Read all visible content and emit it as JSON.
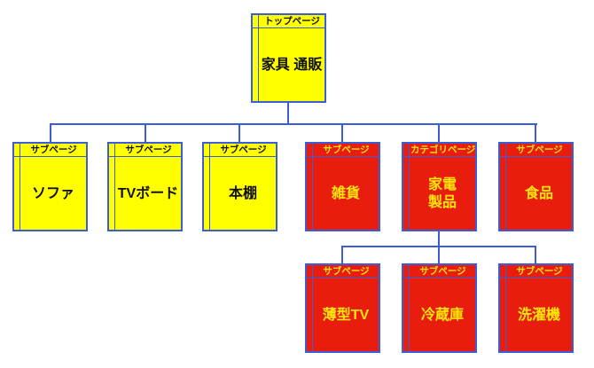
{
  "diagram": {
    "type": "sitemap-tree",
    "background": "#ffffff",
    "line_color": "#3b5ed6",
    "node_colors": {
      "yellow": "#ffff00",
      "red": "#e81d0d"
    },
    "text_colors": {
      "on_yellow": "#111111",
      "on_red": "#ffe60a"
    }
  },
  "nodes": [
    {
      "badge": "トップページ",
      "label": "家具 通販",
      "color": "yellow"
    },
    {
      "badge": "サブページ",
      "label": "ソファ",
      "color": "yellow"
    },
    {
      "badge": "サブページ",
      "label": "TVボード",
      "color": "yellow"
    },
    {
      "badge": "サブページ",
      "label": "本棚",
      "color": "yellow"
    },
    {
      "badge": "サブページ",
      "label": "雑貨",
      "color": "red"
    },
    {
      "badge": "カテゴリページ",
      "label": "家電\n製品",
      "color": "red"
    },
    {
      "badge": "サブページ",
      "label": "食品",
      "color": "red"
    },
    {
      "badge": "サブページ",
      "label": "薄型TV",
      "color": "red"
    },
    {
      "badge": "サブページ",
      "label": "冷蔵庫",
      "color": "red"
    },
    {
      "badge": "サブページ",
      "label": "洗濯機",
      "color": "red"
    }
  ]
}
